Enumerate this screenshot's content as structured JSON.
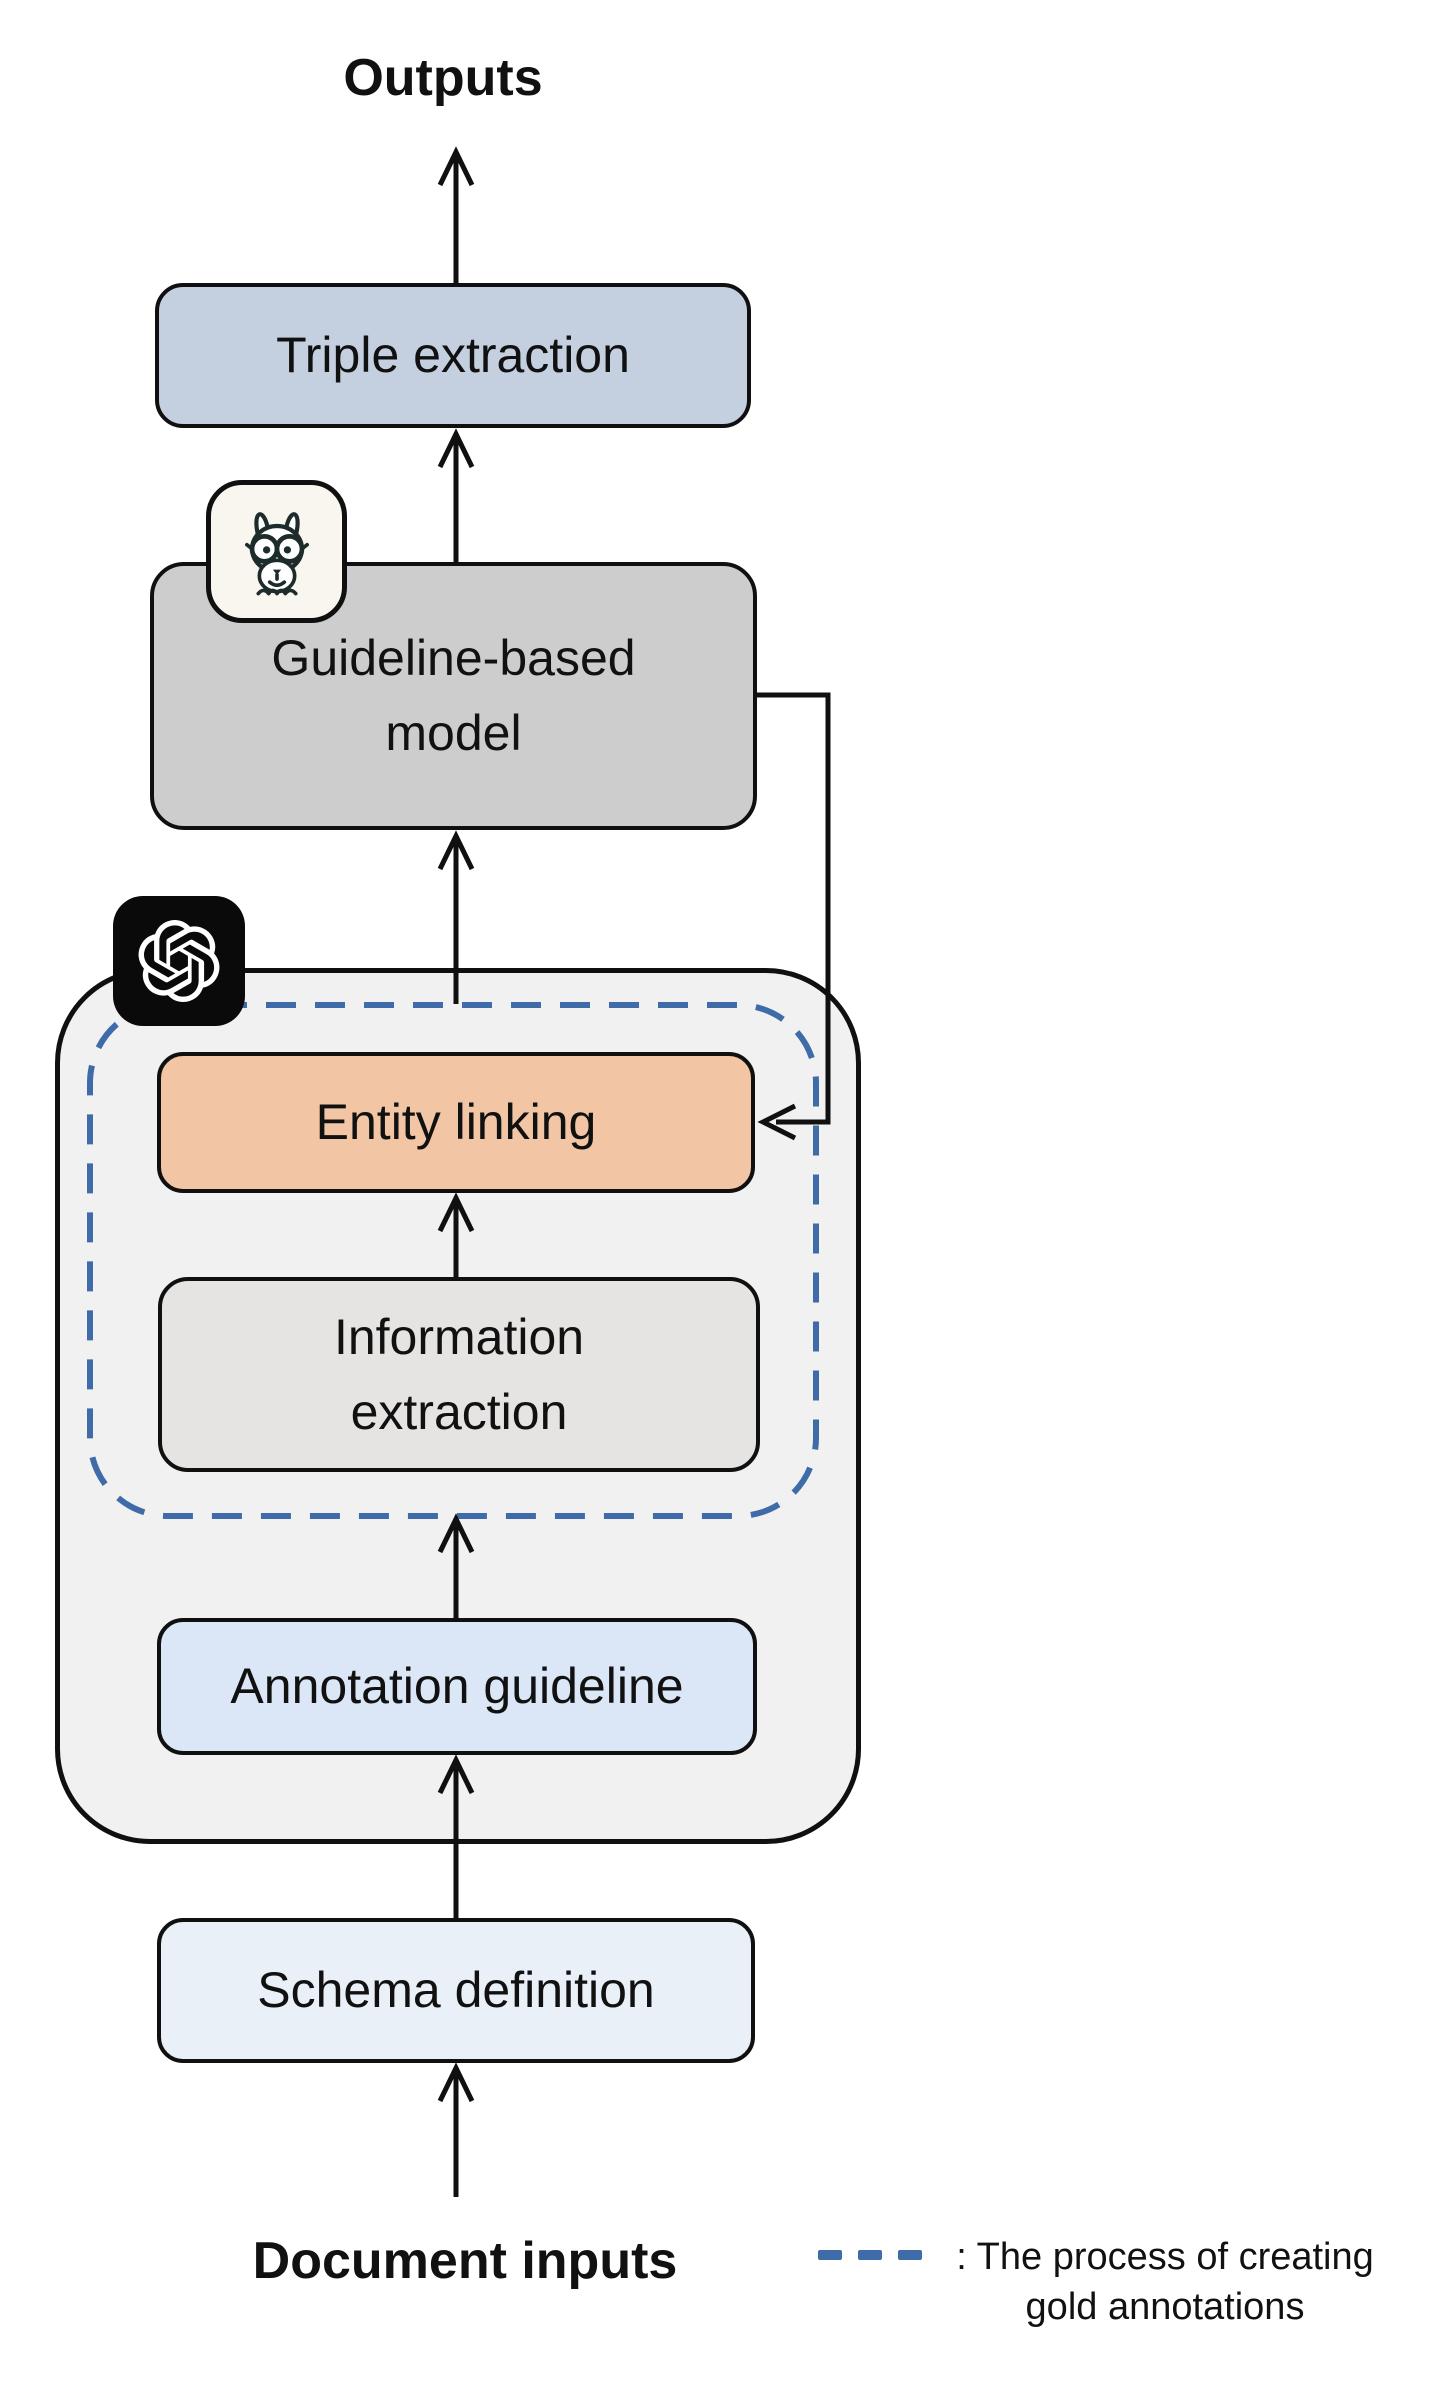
{
  "figure": {
    "outputs_label": "Outputs",
    "document_inputs_label": "Document inputs",
    "boxes": {
      "triple_extraction": "Triple extraction",
      "guideline_based_model": "Guideline-based model",
      "entity_linking": "Entity linking",
      "information_extraction": "Information extraction",
      "annotation_guideline": "Annotation guideline",
      "schema_definition": "Schema definition"
    },
    "icons": {
      "guideline_model_badge": "llama-icon",
      "gold_annotation_badge": "openai-icon"
    },
    "legend": {
      "symbol": "blue-dashed-line",
      "line1": ": The process of creating",
      "line2": "gold annotations"
    },
    "colors": {
      "dashed_region_border": "#3F6CA8",
      "triple_extraction_fill": "#C4CFDF",
      "guideline_model_fill": "#CDCDCD",
      "entity_linking_fill": "#F2C5A4",
      "information_extraction_fill": "#E5E4E2",
      "annotation_guideline_fill": "#DBE7F6",
      "schema_definition_fill": "#E9F0F8",
      "pipeline_container_fill": "#F1F1F1",
      "arrow_stroke": "#101010"
    }
  }
}
